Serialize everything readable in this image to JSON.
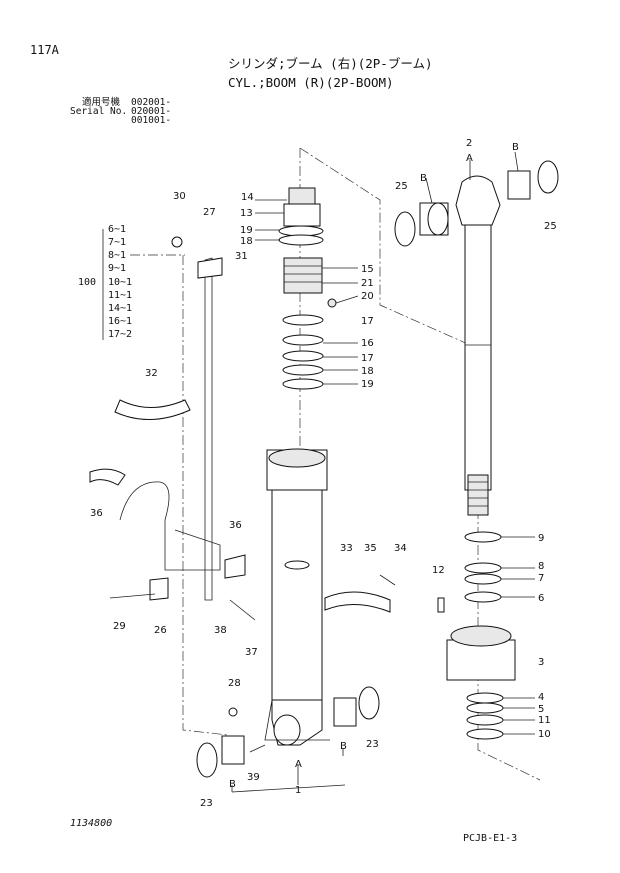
{
  "page_ref": "117A",
  "title_jp": "シリンダ;ブーム (右)(2P-ブーム)",
  "title_en": "CYL.;BOOM (R)(2P-BOOM)",
  "serial_block": {
    "label_jp": "適用号機",
    "label_en": "Serial No.",
    "values": [
      "002001-",
      "020001-",
      "001001-"
    ]
  },
  "group_100": {
    "number": "100",
    "items": [
      "6~1",
      "7~1",
      "8~1",
      "9~1",
      "10~1",
      "11~1",
      "14~1",
      "16~1",
      "17~2"
    ]
  },
  "callouts": {
    "c30": "30",
    "c27": "27",
    "c14": "14",
    "c13": "13",
    "c19a": "19",
    "c18a": "18",
    "c31": "31",
    "c15": "15",
    "c21": "21",
    "c20": "20",
    "c17a": "17",
    "c16": "16",
    "c17b": "17",
    "c18b": "18",
    "c19b": "19",
    "c32": "32",
    "c36a": "36",
    "c36b": "36",
    "c29": "29",
    "c26": "26",
    "c38": "38",
    "c37": "37",
    "c33": "33",
    "c35": "35",
    "c34": "34",
    "c28": "28",
    "c39": "39",
    "c23a": "23",
    "c23b": "23",
    "cBa": "B",
    "cAa": "A",
    "c1": "1",
    "cBb": "B",
    "c2": "2",
    "cAb": "A",
    "cBc": "B",
    "cBd": "B",
    "c25a": "25",
    "c25b": "25",
    "c9": "9",
    "c8": "8",
    "c7": "7",
    "c6": "6",
    "c12": "12",
    "c3": "3",
    "c4": "4",
    "c5": "5",
    "c11": "11",
    "c10": "10"
  },
  "footer": {
    "drawing_no": "1134800",
    "page_code": "PCJB-E1-3"
  }
}
